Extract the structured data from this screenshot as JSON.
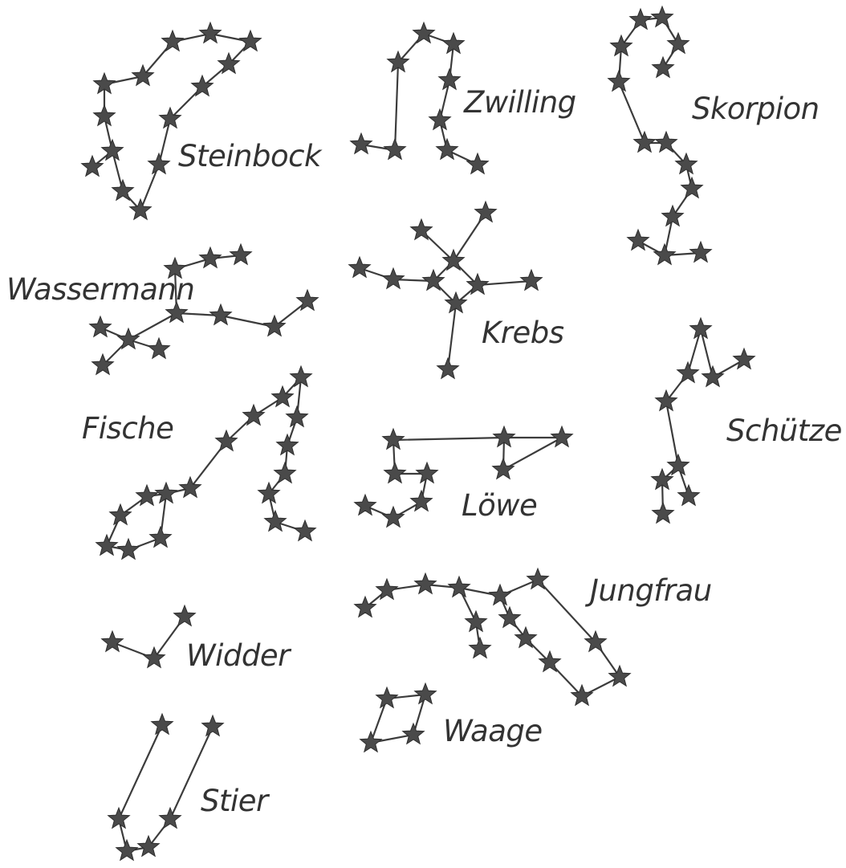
{
  "constellations": [
    {
      "name": "Steinbock"
    },
    {
      "name": "Zwilling"
    },
    {
      "name": "Skorpion"
    },
    {
      "name": "Wassermann"
    },
    {
      "name": "Krebs"
    },
    {
      "name": "Fische"
    },
    {
      "name": "Löwe"
    },
    {
      "name": "Schütze"
    },
    {
      "name": "Jungfrau"
    },
    {
      "name": "Widder"
    },
    {
      "name": "Waage"
    },
    {
      "name": "Stier"
    }
  ],
  "colors": {
    "ink": "#3c3c3c",
    "star": "#4a4a4a",
    "background": "#ffffff"
  }
}
